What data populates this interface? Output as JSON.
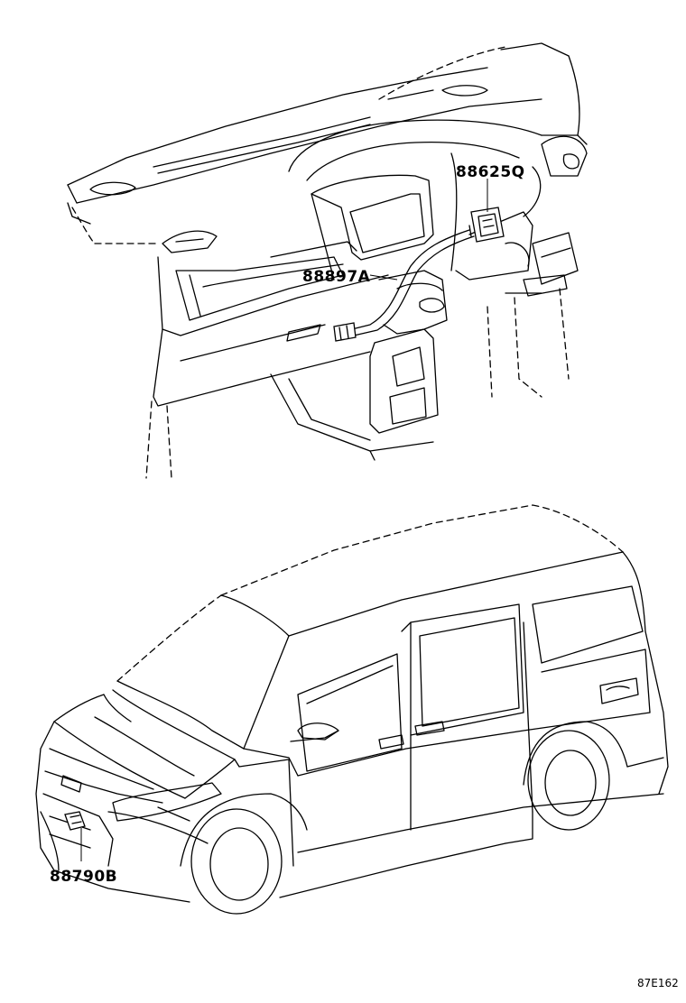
{
  "callouts": {
    "part_1": "88625Q",
    "part_2": "88897A",
    "part_3": "88790B"
  },
  "illustration_code": "87E162"
}
